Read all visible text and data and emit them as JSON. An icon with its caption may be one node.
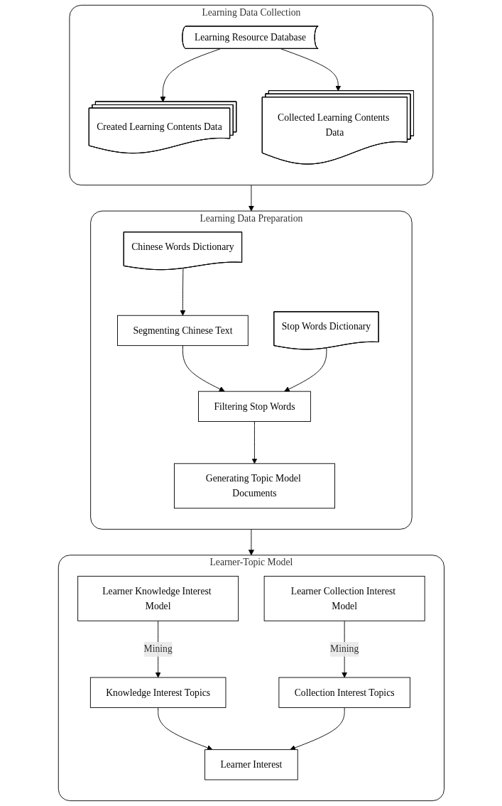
{
  "diagram": {
    "nodes": [
      {
        "text": [
          "Learning Data Collection"
        ]
      },
      {
        "text": [
          "Created Learning Contents Data"
        ],
        "in": 0
      },
      {
        "text": [
          "Collected Learning Contents Data"
        ],
        "in": 0
      },
      {
        "text": [
          "Learning Resource Database"
        ],
        "in": 0
      },
      {
        "text": [
          "Learning Data Preparation"
        ]
      },
      {
        "text": [
          "Segmenting Chinese Text"
        ],
        "in": 4
      },
      {
        "text": [
          "Chinese Words Dictionary"
        ],
        "in": 4
      },
      {
        "text": [
          "Filtering Stop Words"
        ],
        "in": 4
      },
      {
        "text": [
          "Stop Words Dictionary"
        ],
        "in": 4
      },
      {
        "text": [
          "Generating Topic Model Documents"
        ],
        "in": 4
      },
      {
        "text": [
          "Learner-Topic Model"
        ]
      },
      {
        "text": [
          "Learner Knowledge Interest Model"
        ],
        "in": 10
      },
      {
        "text": [
          "Learner Collection Interest Model"
        ],
        "in": 10
      },
      {
        "text": [
          "Knowledge Interest Topics"
        ],
        "in": 10
      },
      {
        "text": [
          "Collection Interest Topics"
        ],
        "in": 10
      },
      {
        "text": [
          "Learner Interest"
        ],
        "in": 10
      }
    ],
    "edges": [
      {
        "from": 3,
        "to": 1,
        "arrow": "to"
      },
      {
        "from": 3,
        "to": 2,
        "arrow": "to"
      },
      {
        "from": 0,
        "to": 4,
        "arrow": "to"
      },
      {
        "from": 6,
        "to": 5,
        "arrow": "to"
      },
      {
        "from": 5,
        "to": 7,
        "arrow": "to"
      },
      {
        "from": 8,
        "to": 7,
        "arrow": "to"
      },
      {
        "from": 7,
        "to": 9,
        "arrow": "to"
      },
      {
        "from": 4,
        "to": 10,
        "arrow": "to"
      },
      {
        "from": 11,
        "to": 13,
        "arrow": "to",
        "label": "Mining"
      },
      {
        "from": 12,
        "to": 14,
        "arrow": "to",
        "label": "Mining"
      },
      {
        "from": 13,
        "to": 15,
        "arrow": "to"
      },
      {
        "from": 14,
        "to": 15,
        "arrow": "to"
      }
    ]
  }
}
